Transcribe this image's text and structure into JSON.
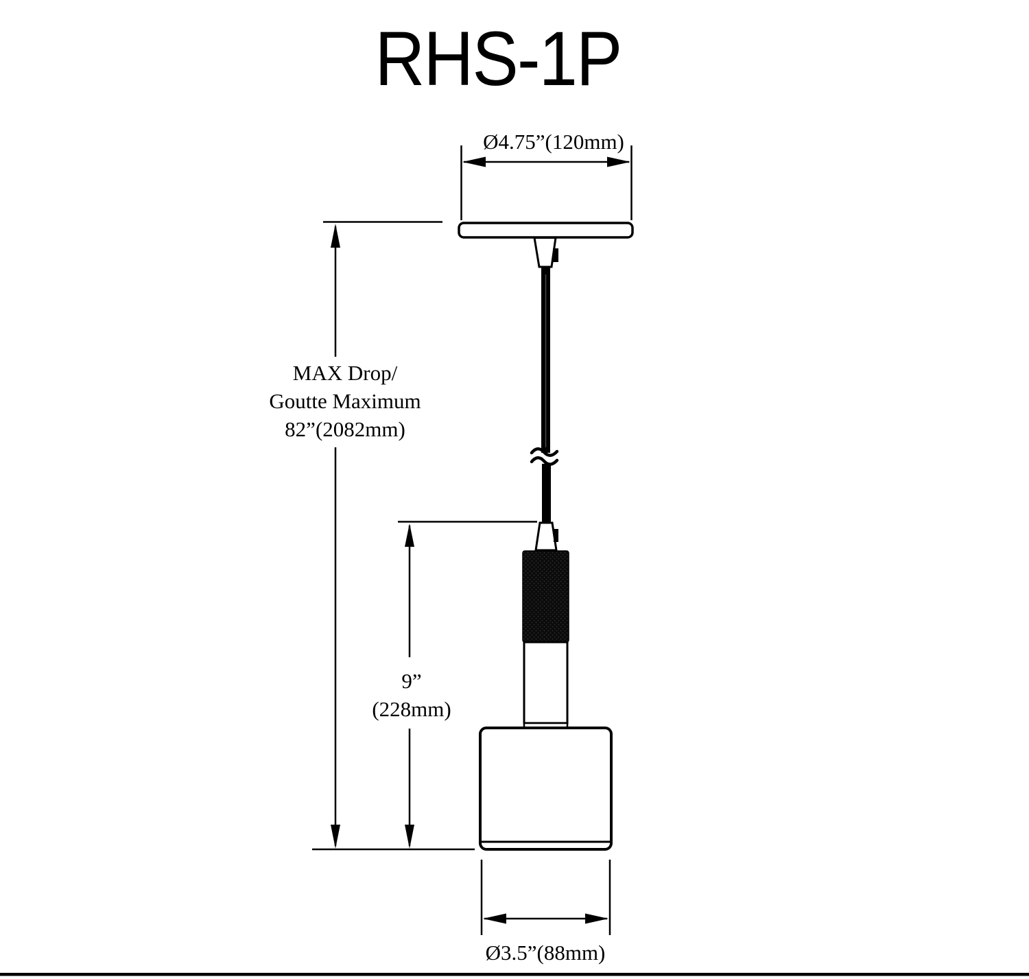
{
  "title": "RHS-1P",
  "labels": {
    "canopy_diameter": "Ø4.75”(120mm)",
    "max_drop": [
      "MAX Drop/",
      "Goutte Maximum",
      "82”(2082mm)"
    ],
    "fixture_height": [
      "9”",
      "(228mm)"
    ],
    "shade_diameter": "Ø3.5”(88mm)"
  },
  "colors": {
    "ink": "#000000",
    "background": "#ffffff"
  }
}
